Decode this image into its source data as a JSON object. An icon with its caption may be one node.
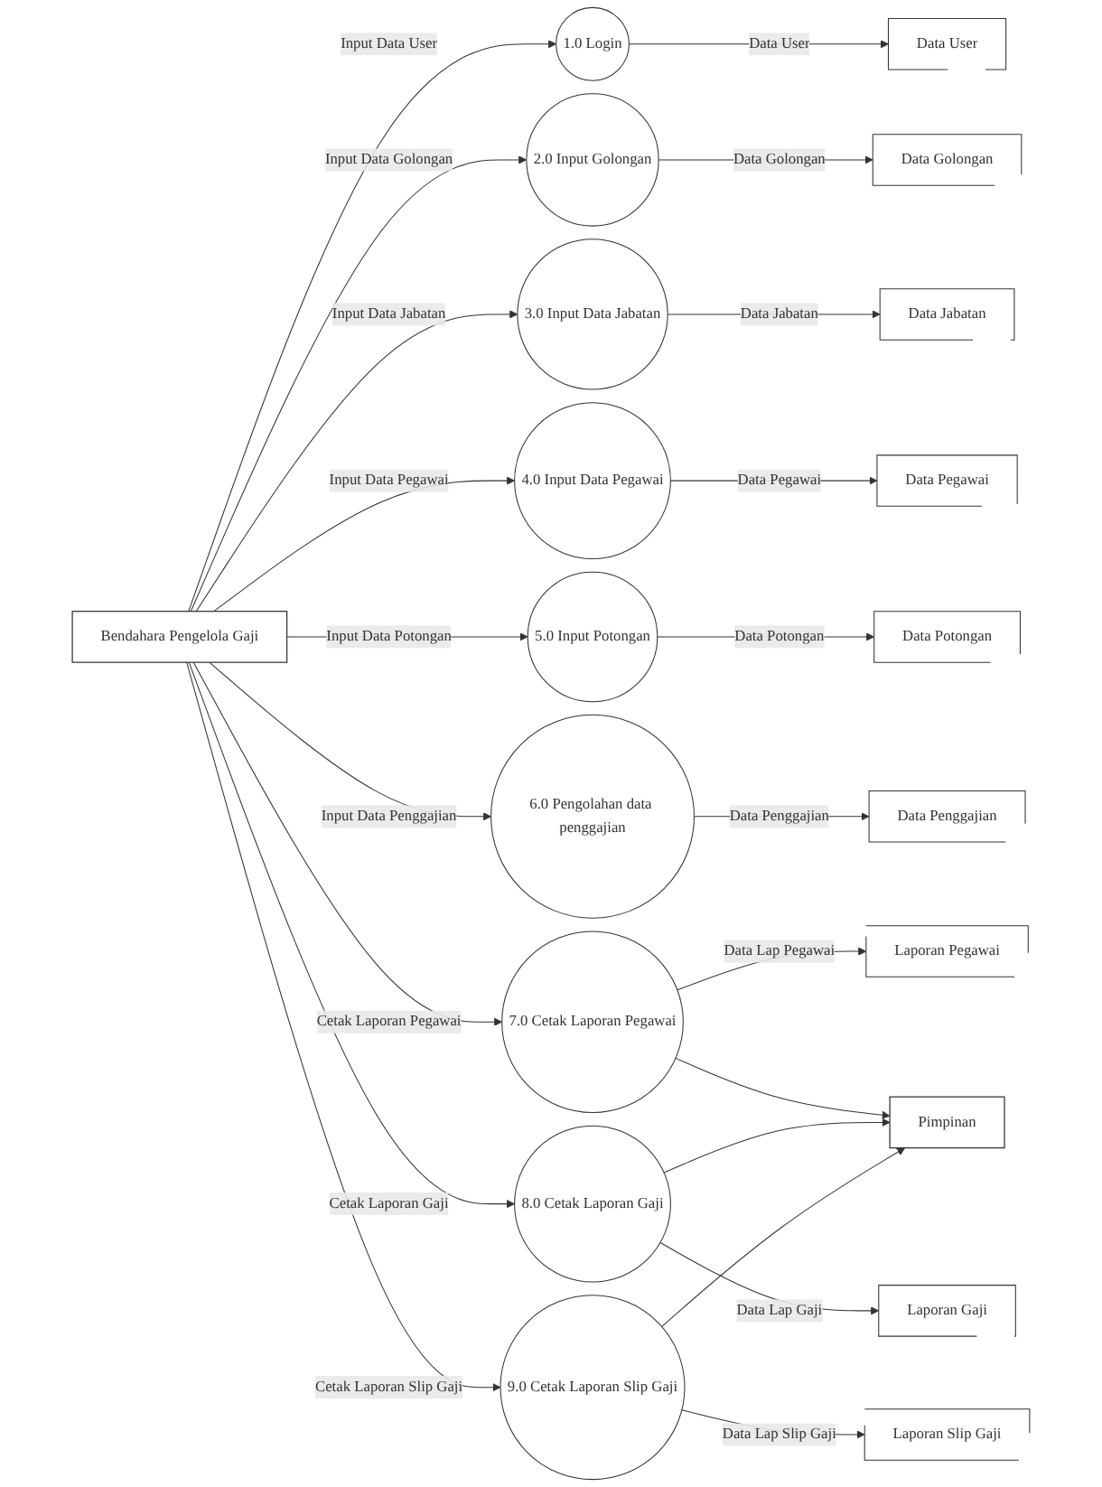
{
  "diagram": {
    "nodes": [
      {
        "text": [
          "Bendahara Pengelola Gaji"
        ]
      },
      {
        "text": [
          "1.0 Login"
        ]
      },
      {
        "text": [
          "2.0 Input Golongan"
        ]
      },
      {
        "text": [
          "3.0 Input Data Jabatan"
        ]
      },
      {
        "text": [
          "4.0 Input Data Pegawai"
        ]
      },
      {
        "text": [
          "5.0 Input Potongan"
        ]
      },
      {
        "text": [
          "6.0 Pengolahan data penggajian"
        ]
      },
      {
        "text": [
          "7.0 Cetak Laporan Pegawai"
        ]
      },
      {
        "text": [
          "8.0 Cetak Laporan Gaji"
        ]
      },
      {
        "text": [
          "9.0 Cetak Laporan Slip Gaji"
        ]
      },
      {
        "text": [
          "Data User"
        ]
      },
      {
        "text": [
          "Data Golongan"
        ]
      },
      {
        "text": [
          "Data Jabatan"
        ]
      },
      {
        "text": [
          "Data Pegawai"
        ]
      },
      {
        "text": [
          "Data Potongan"
        ]
      },
      {
        "text": [
          "Data Penggajian"
        ]
      },
      {
        "text": [
          "Laporan Pegawai"
        ]
      },
      {
        "text": [
          "Laporan Gaji"
        ]
      },
      {
        "text": [
          "Laporan Slip Gaji"
        ]
      },
      {
        "text": [
          "Pimpinan"
        ]
      }
    ],
    "edges": [
      {
        "from": 0,
        "to": 1,
        "arrow": "to",
        "label": "Input Data User"
      },
      {
        "from": 0,
        "to": 2,
        "arrow": "to",
        "label": "Input Data Golongan"
      },
      {
        "from": 0,
        "to": 3,
        "arrow": "to",
        "label": "Input Data Jabatan"
      },
      {
        "from": 0,
        "to": 4,
        "arrow": "to",
        "label": "Input Data Pegawai"
      },
      {
        "from": 0,
        "to": 5,
        "arrow": "to",
        "label": "Input Data Potongan"
      },
      {
        "from": 0,
        "to": 6,
        "arrow": "to",
        "label": "Input Data Penggajian"
      },
      {
        "from": 0,
        "to": 7,
        "arrow": "to",
        "label": "Cetak Laporan Pegawai"
      },
      {
        "from": 0,
        "to": 8,
        "arrow": "to",
        "label": "Cetak Laporan Gaji"
      },
      {
        "from": 0,
        "to": 9,
        "arrow": "to",
        "label": "Cetak Laporan Slip Gaji"
      },
      {
        "from": 1,
        "to": 10,
        "arrow": "to",
        "label": "Data User"
      },
      {
        "from": 2,
        "to": 11,
        "arrow": "to",
        "label": "Data Golongan"
      },
      {
        "from": 3,
        "to": 12,
        "arrow": "to",
        "label": "Data Jabatan"
      },
      {
        "from": 4,
        "to": 13,
        "arrow": "to",
        "label": "Data Pegawai"
      },
      {
        "from": 5,
        "to": 14,
        "arrow": "to",
        "label": "Data Potongan"
      },
      {
        "from": 6,
        "to": 15,
        "arrow": "to",
        "label": "Data Penggajian"
      },
      {
        "from": 7,
        "to": 16,
        "arrow": "to",
        "label": "Data Lap Pegawai"
      },
      {
        "from": 8,
        "to": 17,
        "arrow": "to",
        "label": "Data Lap Gaji"
      },
      {
        "from": 9,
        "to": 18,
        "arrow": "to",
        "label": "Data Lap Slip Gaji"
      },
      {
        "from": 7,
        "to": 19,
        "arrow": "to"
      },
      {
        "from": 8,
        "to": 19,
        "arrow": "to"
      },
      {
        "from": 9,
        "to": 19,
        "arrow": "to"
      }
    ]
  }
}
